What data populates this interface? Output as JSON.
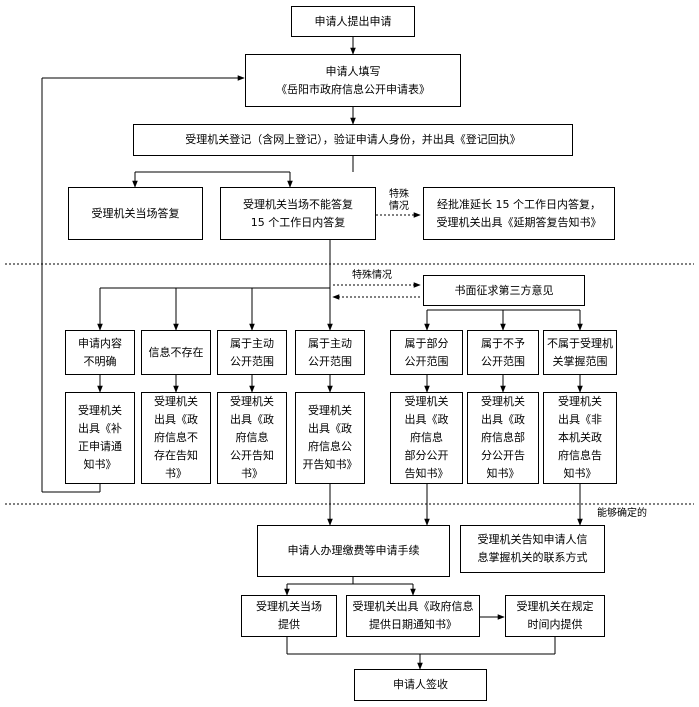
{
  "boxes": {
    "b_apply": {
      "lines": [
        "申请人提出申请"
      ]
    },
    "b_fill": {
      "lines": [
        "申请人填写",
        "《岳阳市政府信息公开申请表》"
      ]
    },
    "b_register": {
      "lines": [
        "受理机关登记（含网上登记），验证申请人身份，并出具《登记回执》"
      ]
    },
    "b_onsite": {
      "lines": [
        "受理机关当场答复"
      ]
    },
    "b_15days": {
      "lines": [
        "受理机关当场不能答复",
        "15 个工作日内答复"
      ]
    },
    "b_extend": {
      "lines": [
        "经批准延长 15 个工作日内答复，",
        "受理机关出具《延期答复告知书》"
      ]
    },
    "b_third": {
      "lines": [
        "书面征求第三方意见"
      ]
    },
    "c1_head": {
      "lines": [
        "申请内容",
        "不明确"
      ]
    },
    "c2_head": {
      "lines": [
        "信息不存在"
      ]
    },
    "c3_head": {
      "lines": [
        "属于主动",
        "公开范围"
      ]
    },
    "c4_head": {
      "lines": [
        "属于主动",
        "公开范围"
      ]
    },
    "c5_head": {
      "lines": [
        "属于部分",
        "公开范围"
      ]
    },
    "c6_head": {
      "lines": [
        "属于不予",
        "公开范围"
      ]
    },
    "c7_head": {
      "lines": [
        "不属于受理机",
        "关掌握范围"
      ]
    },
    "c1_body": {
      "lines": [
        "受理机关",
        "出具《补",
        "正申请通",
        "知书》"
      ]
    },
    "c2_body": {
      "lines": [
        "受理机关",
        "出具《政",
        "府信息不",
        "存在告知",
        "书》"
      ]
    },
    "c3_body": {
      "lines": [
        "受理机关",
        "出具《政",
        "府信息",
        "公开告知",
        "书》"
      ]
    },
    "c4_body": {
      "lines": [
        "受理机关",
        "出具《政",
        "府信息公",
        "开告知书》"
      ]
    },
    "c5_body": {
      "lines": [
        "受理机关",
        "出具《政",
        "府信息",
        "部分公开",
        "告知书》"
      ]
    },
    "c6_body": {
      "lines": [
        "受理机关",
        "出具《政",
        "府信息部",
        "分公开告",
        "知书》"
      ]
    },
    "c7_body": {
      "lines": [
        "受理机关",
        "出具《非",
        "本机关政",
        "府信息告",
        "知书》"
      ]
    },
    "b_fee": {
      "lines": [
        "申请人办理缴费等申请手续"
      ]
    },
    "b_inform": {
      "lines": [
        "受理机关告知申请人信",
        "息掌握机关的联系方式"
      ]
    },
    "b_provide_now": {
      "lines": [
        "受理机关当场",
        "提供"
      ]
    },
    "b_date_notice": {
      "lines": [
        "受理机关出具《政府信息",
        "提供日期通知书》"
      ]
    },
    "b_provide_time": {
      "lines": [
        "受理机关在规定",
        "时间内提供"
      ]
    },
    "b_sign": {
      "lines": [
        "申请人签收"
      ]
    }
  },
  "labels": {
    "special1_a": "特殊",
    "special1_b": "情况",
    "special2": "特殊情况",
    "can_determine": "能够确定的"
  }
}
